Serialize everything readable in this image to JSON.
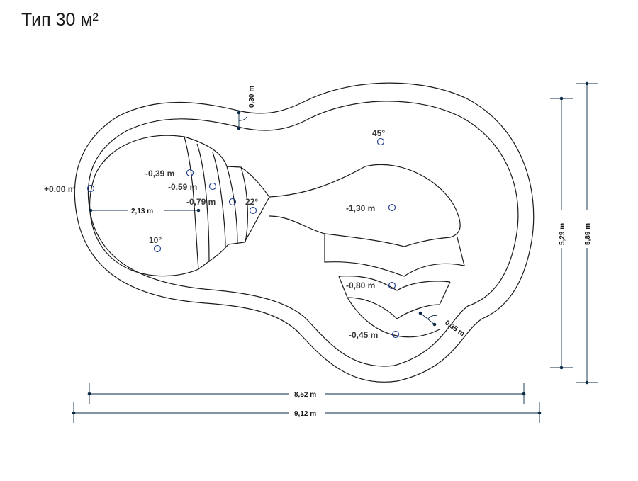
{
  "title": "Тип 30 м²",
  "levels": {
    "edge": "+0,00 m",
    "step1": "-0,39 m",
    "step2": "-0,59 m",
    "step3": "-0,79 m",
    "deep": "-1,30 m",
    "step_right1": "-0,80 m",
    "step_right2": "-0,45 m"
  },
  "angles": {
    "bottom": "10°",
    "ramp": "22°",
    "wall": "45°"
  },
  "dimensions": {
    "rim_width": "0,30 m",
    "step_width": "0,35 m",
    "round_radius": "2,13 m",
    "inner_length": "8,52 m",
    "outer_length": "9,12 m",
    "inner_width": "5,29 m",
    "outer_width": "5,89 m"
  }
}
